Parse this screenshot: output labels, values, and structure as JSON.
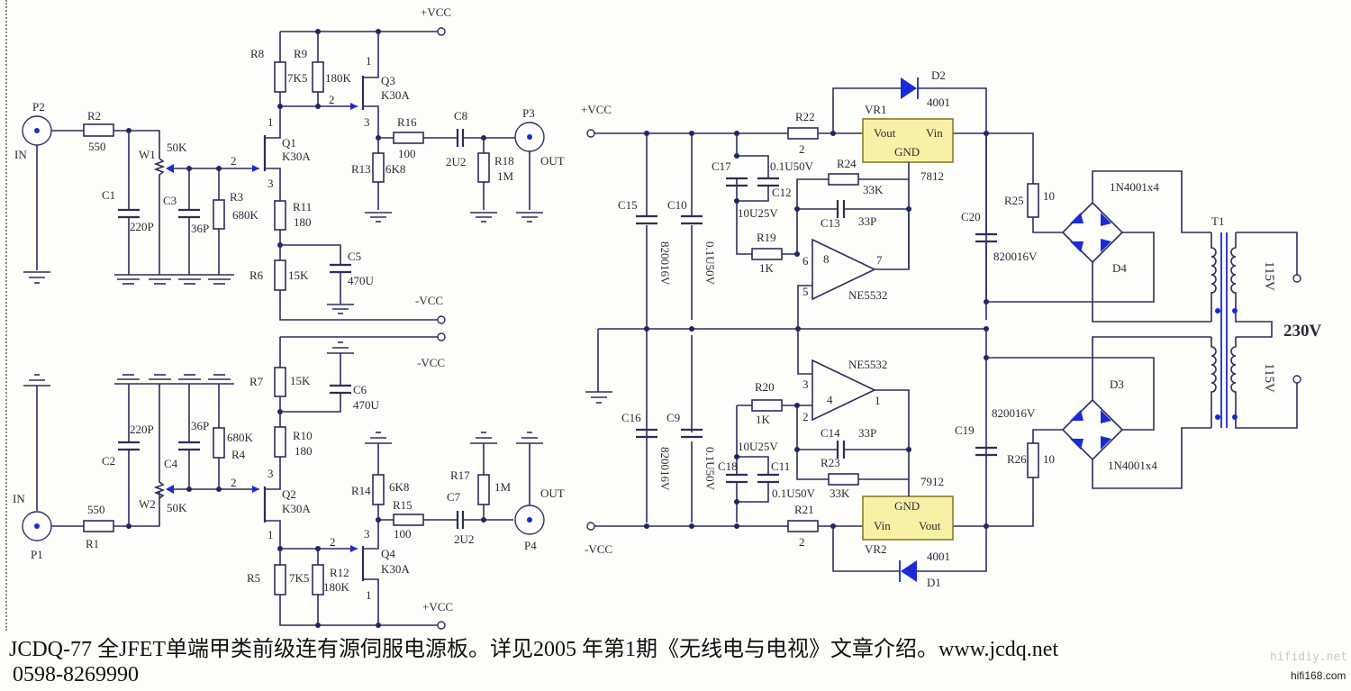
{
  "title": "JCDQ-77 JFET single-ended class A preamp with servo power supply",
  "caption": {
    "line1": "JCDQ-77 全JFET单端甲类前级连有源伺服电源板。详见2005 年第1期《无线电与电视》文章介绍。www.jcdq.net",
    "line2": "0598-8269990"
  },
  "watermarks": {
    "top": "hifidiy.net",
    "bottom": "hifi168.com"
  },
  "colors": {
    "wire": "#2a2f5c",
    "component_fill": "#1a2ad6",
    "regulator_fill": "#f7f1a6",
    "background": "#fdfdf9"
  },
  "rails": {
    "pos": "+VCC",
    "neg": "-VCC"
  },
  "channel_top": {
    "input": {
      "ref": "P2",
      "label": "IN"
    },
    "output": {
      "ref": "P3",
      "label": "OUT"
    },
    "R2": {
      "ref": "R2",
      "value": "550"
    },
    "W1": {
      "ref": "W1",
      "value": "50K"
    },
    "C1": {
      "ref": "C1",
      "value": "220P"
    },
    "C3": {
      "ref": "C3",
      "value": "36P"
    },
    "R3": {
      "ref": "R3",
      "value": "680K"
    },
    "Q1": {
      "ref": "Q1",
      "value": "K30A",
      "pin_d": "1",
      "pin_g": "2",
      "pin_s": "3"
    },
    "R8": {
      "ref": "R8",
      "value": "7K5"
    },
    "R9": {
      "ref": "R9",
      "value": "180K"
    },
    "Q3": {
      "ref": "Q3",
      "value": "K30A",
      "pin_d": "1",
      "pin_g": "2",
      "pin_s": "3"
    },
    "R11": {
      "ref": "R11",
      "value": "180"
    },
    "R6": {
      "ref": "R6",
      "value": "15K"
    },
    "C5": {
      "ref": "C5",
      "value": "470U"
    },
    "R13": {
      "ref": "R13",
      "value": "6K8"
    },
    "R16": {
      "ref": "R16",
      "value": "100"
    },
    "C8": {
      "ref": "C8",
      "value": "2U2"
    },
    "R18": {
      "ref": "R18",
      "value": "1M"
    }
  },
  "channel_bottom": {
    "input": {
      "ref": "P1",
      "label": "IN"
    },
    "output": {
      "ref": "P4",
      "label": "OUT"
    },
    "R1": {
      "ref": "R1",
      "value": "550"
    },
    "W2": {
      "ref": "W2",
      "value": "50K"
    },
    "C2": {
      "ref": "C2",
      "value": "220P"
    },
    "C4": {
      "ref": "C4",
      "value": "36P"
    },
    "R4": {
      "ref": "R4",
      "value": "680K"
    },
    "Q2": {
      "ref": "Q2",
      "value": "K30A",
      "pin_d": "1",
      "pin_g": "2",
      "pin_s": "3"
    },
    "R5": {
      "ref": "R5",
      "value": "7K5"
    },
    "R12": {
      "ref": "R12",
      "value": "180K"
    },
    "Q4": {
      "ref": "Q4",
      "value": "K30A",
      "pin_d": "1",
      "pin_g": "2",
      "pin_s": "3"
    },
    "R10": {
      "ref": "R10",
      "value": "180"
    },
    "R7": {
      "ref": "R7",
      "value": "15K"
    },
    "C6": {
      "ref": "C6",
      "value": "470U"
    },
    "R14": {
      "ref": "R14",
      "value": "6K8"
    },
    "R15": {
      "ref": "R15",
      "value": "100"
    },
    "C7": {
      "ref": "C7",
      "value": "2U2"
    },
    "R17": {
      "ref": "R17",
      "value": "1M"
    }
  },
  "psu": {
    "C15": {
      "ref": "C15",
      "value": "820016V"
    },
    "C10": {
      "ref": "C10",
      "value": "0.1U50V"
    },
    "C16": {
      "ref": "C16",
      "value": "820016V"
    },
    "C9": {
      "ref": "C9",
      "value": "0.1U50V"
    },
    "C17": {
      "ref": "C17",
      "value": "10U25V"
    },
    "C12": {
      "ref": "C12",
      "value": "0.1U50V"
    },
    "C18": {
      "ref": "C18",
      "value": "10U25V"
    },
    "C11": {
      "ref": "C11",
      "value": "0.1U50V"
    },
    "R22": {
      "ref": "R22",
      "value": "2"
    },
    "R21": {
      "ref": "R21",
      "value": "2"
    },
    "R24": {
      "ref": "R24",
      "value": "33K"
    },
    "R23": {
      "ref": "R23",
      "value": "33K"
    },
    "C13": {
      "ref": "C13",
      "value": "33P"
    },
    "C14": {
      "ref": "C14",
      "value": "33P"
    },
    "R19": {
      "ref": "R19",
      "value": "1K"
    },
    "R20": {
      "ref": "R20",
      "value": "1K"
    },
    "U_top": {
      "value": "NE5532",
      "pin_inv": "6",
      "pin_noninv": "5",
      "pin_out": "7",
      "pin_pwr": "8"
    },
    "U_bot": {
      "value": "NE5532",
      "pin_inv": "2",
      "pin_noninv": "3",
      "pin_out": "1",
      "pin_pwr": "4"
    },
    "VR1": {
      "ref": "VR1",
      "value": "7812",
      "pin_vout": "Vout",
      "pin_vin": "Vin",
      "pin_gnd": "GND"
    },
    "VR2": {
      "ref": "VR2",
      "value": "7912",
      "pin_vout": "Vout",
      "pin_vin": "Vin",
      "pin_gnd": "GND"
    },
    "D2": {
      "ref": "D2",
      "value": "4001"
    },
    "D1": {
      "ref": "D1",
      "value": "4001"
    },
    "C20": {
      "ref": "C20",
      "value": "820016V"
    },
    "C19": {
      "ref": "C19",
      "value": "820016V"
    },
    "R25": {
      "ref": "R25",
      "value": "10"
    },
    "R26": {
      "ref": "R26",
      "value": "10"
    },
    "D4": {
      "ref": "D4",
      "value": "1N4001x4"
    },
    "D3": {
      "ref": "D3",
      "value": "1N4001x4"
    },
    "T1": {
      "ref": "T1",
      "sec_top": "115V",
      "sec_bot": "115V",
      "primary": "230V"
    }
  }
}
